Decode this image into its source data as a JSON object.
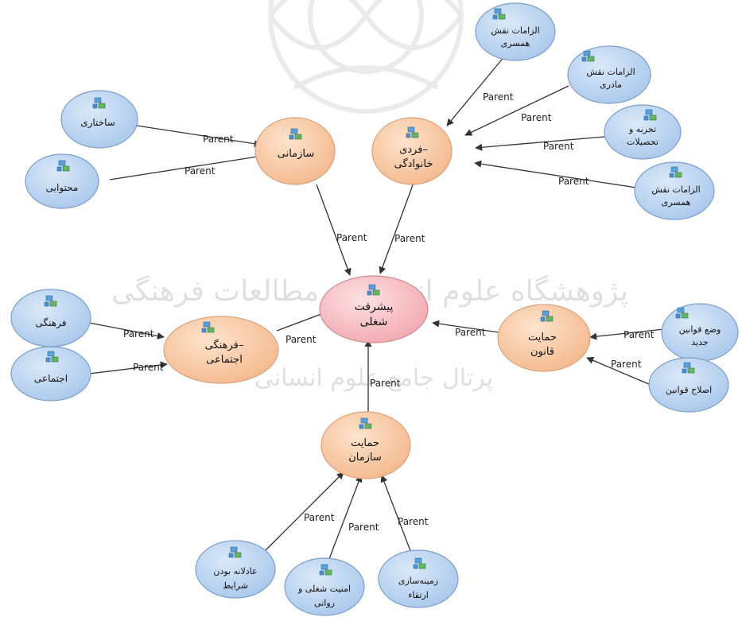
{
  "watermark": {
    "line1": "پژوهشگاه علوم انسانی و مطالعات فرهنگی",
    "line2": "پرتال جامع علوم انسانی"
  },
  "edge_label": "Parent",
  "nodes": {
    "center": {
      "line1": "پیشرفت",
      "line2": "شغلی"
    },
    "sazmani": {
      "line1": "سازمانی"
    },
    "fardi": {
      "line1": "فردی–",
      "line2": "خانوادگی"
    },
    "farhangi_ejtemai": {
      "line1": "فرهنگی–",
      "line2": "اجتماعی"
    },
    "hemayat_ghanoon": {
      "line1": "حمایت",
      "line2": "قانون"
    },
    "hemayat_sazman": {
      "line1": "حمایت",
      "line2": "سازمان"
    },
    "sakhtari": {
      "line1": "ساختاری"
    },
    "mohtavai": {
      "line1": "محتوایی"
    },
    "elzamat_hamsari_1": {
      "line1": "الزامات نقش",
      "line2": "همسری"
    },
    "elzamat_madari": {
      "line1": "الزامات نقش",
      "line2": "مادری"
    },
    "tajrobe": {
      "line1": "تجربه و",
      "line2": "تحصیلات"
    },
    "elzamat_hamsari_2": {
      "line1": "الزامات نقش",
      "line2": "همسری"
    },
    "farhangi": {
      "line1": "فرهنگی"
    },
    "ejtemai": {
      "line1": "اجتماعی"
    },
    "vaz_ghavanin": {
      "line1": "وضع قوانین",
      "line2": "جدید"
    },
    "eslah_ghavanin": {
      "line1": "اصلاح قوانین"
    },
    "adelane": {
      "line1": "عادلانه بودن",
      "line2": "شرایط"
    },
    "amniat": {
      "line1": "امنیت شغلی و",
      "line2": "روانی"
    },
    "zaminesazi": {
      "line1": "زمینه‌سازی",
      "line2": "ارتقاء"
    }
  },
  "colors": {
    "leaf_fill": "#b8d3f0",
    "leaf_stroke": "#7f9fc8",
    "mid_fill": "#f8cba4",
    "mid_stroke": "#d9a27a",
    "center_fill": "#f6b8bd",
    "center_stroke": "#cf8a90",
    "edge": "#333333"
  },
  "icons": {
    "node_icon": "hierarchy-node-icon"
  }
}
